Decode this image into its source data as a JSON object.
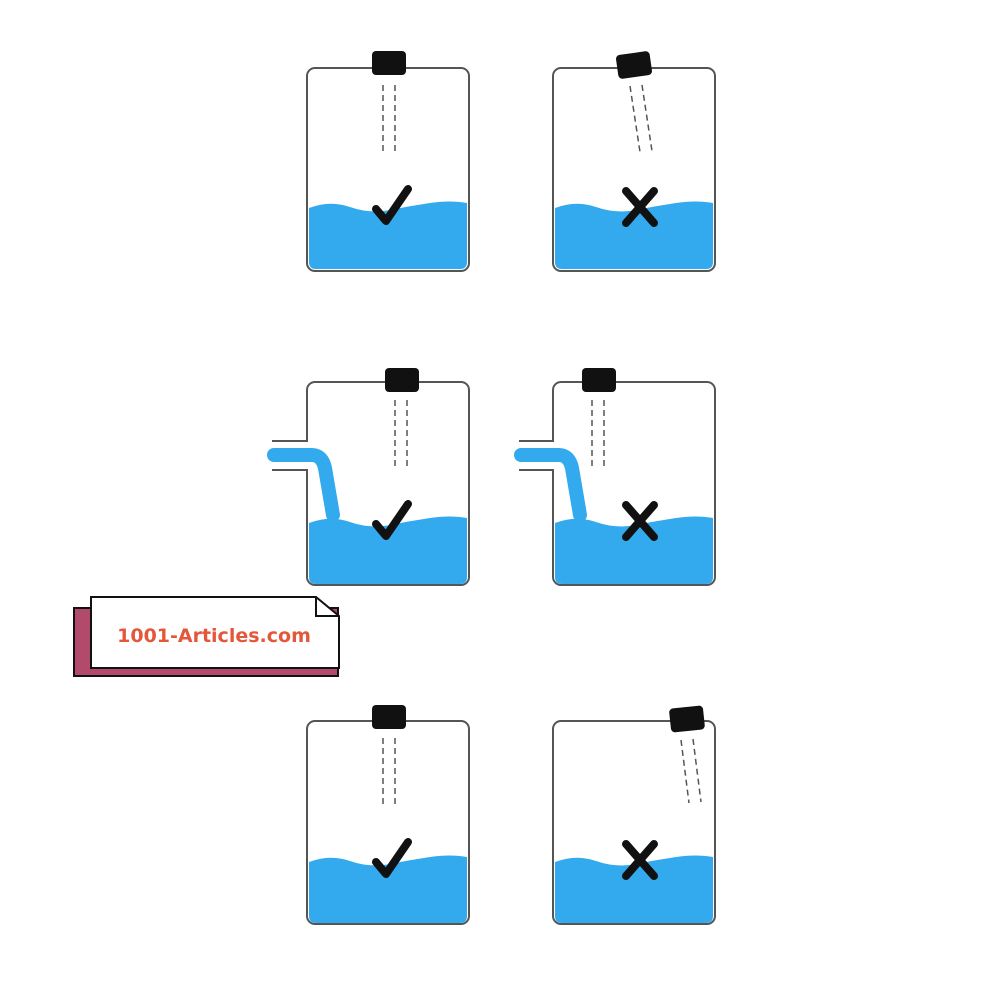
{
  "diagram": {
    "colors": {
      "water": "#33aaee",
      "outline": "#555555",
      "sensor": "#111111",
      "mark": "#111111",
      "watermark_text": "#e4573b",
      "watermark_shadow": "#b24a6c"
    },
    "pairs": [
      {
        "row": "row-1",
        "inlet": false,
        "left_mark": "check-icon",
        "right_mark": "cross-icon",
        "left_beam": "vertical",
        "right_beam": "tilted"
      },
      {
        "row": "row-2",
        "inlet": true,
        "left_mark": "check-icon",
        "right_mark": "cross-icon",
        "left_beam": "vertical",
        "right_beam": "vertical"
      },
      {
        "row": "row-3",
        "inlet": false,
        "left_mark": "check-icon",
        "right_mark": "cross-icon",
        "left_beam": "vertical",
        "right_beam": "tilted"
      }
    ],
    "watermark": {
      "text": "1001-Articles.com"
    }
  }
}
